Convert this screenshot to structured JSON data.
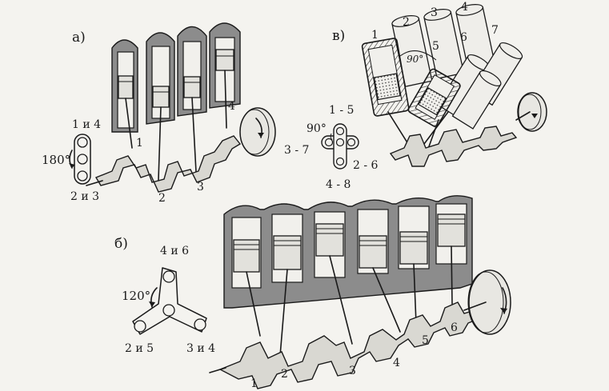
{
  "figure": {
    "panel_a": {
      "label": "а)",
      "angle": "180°",
      "throw_top": "1 и 4",
      "throw_bottom": "2 и 3",
      "cylinder_numbers": [
        "1",
        "2",
        "3",
        "4"
      ]
    },
    "panel_b": {
      "label": "б)",
      "angle": "120°",
      "throw_top": "4 и 6",
      "throw_left": "2 и 5",
      "throw_right": "3 и 4",
      "cylinder_numbers": [
        "1",
        "2",
        "3",
        "4",
        "5",
        "6"
      ]
    },
    "panel_c": {
      "label": "в)",
      "angle_star": "90°",
      "angle_cyl": "90°",
      "throw_top": "1 - 5",
      "throw_left": "3 - 7",
      "throw_right": "2 - 6",
      "throw_bottom": "4 - 8",
      "cylinder_numbers": [
        "1",
        "2",
        "3",
        "4",
        "5",
        "6",
        "7"
      ]
    }
  }
}
